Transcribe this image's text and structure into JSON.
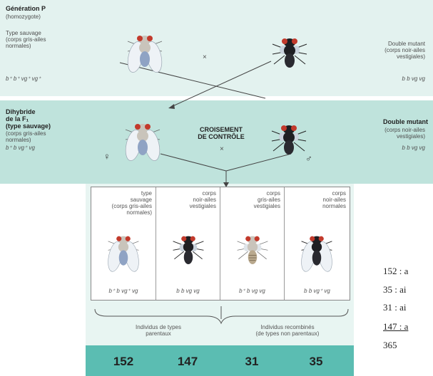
{
  "parental": {
    "title": "Génération P",
    "subtitle": "(homozygote)",
    "wild_desc_1": "Type sauvage",
    "wild_desc_2": "(corps gris-ailes",
    "wild_desc_3": "normales)",
    "wild_genotype": "b⁺ b⁺ vg⁺ vg⁺",
    "cross_symbol": "×",
    "mutant_desc_1": "Double mutant",
    "mutant_desc_2": "(corps noir-ailes",
    "mutant_desc_3": "vestigiales)",
    "mutant_genotype": "b b vg vg"
  },
  "f1": {
    "title_1": "Dihybride",
    "title_2": "de la F₁",
    "title_3": "(type sauvage)",
    "desc_1": "(corps gris-ailes",
    "desc_2": "normales)",
    "genotype": "b⁺ b vg⁺ vg",
    "female_symbol": "♀",
    "test_cross_1": "CROISEMENT",
    "test_cross_2": "DE CONTRÔLE",
    "cross_symbol": "×",
    "mutant_title": "Double mutant",
    "mutant_desc_1": "(corps noir-ailes",
    "mutant_desc_2": "vestigiales)",
    "mutant_genotype": "b b vg vg",
    "male_symbol": "♂"
  },
  "offspring": [
    {
      "l1": "type",
      "l2": "sauvage",
      "l3": "(corps gris-ailes",
      "l4": "normales)",
      "genotype": "b⁺ b vg⁺ vg"
    },
    {
      "l1": "corps",
      "l2": "noir-ailes",
      "l3": "vestigiales",
      "l4": "",
      "genotype": "b b vg vg"
    },
    {
      "l1": "corps",
      "l2": "gris-ailes",
      "l3": "vestigiales",
      "l4": "",
      "genotype": "b⁺ b vg vg"
    },
    {
      "l1": "corps",
      "l2": "noir-ailes",
      "l3": "normales",
      "l4": "",
      "genotype": "b b vg⁺ vg"
    }
  ],
  "groups": {
    "parental_1": "Individus de types",
    "parental_2": "parentaux",
    "recombined_1": "Individus recombinés",
    "recombined_2": "(de types non parentaux)"
  },
  "counts": [
    "152",
    "147",
    "31",
    "35"
  ],
  "notes": [
    "152 : a",
    "35 : ai",
    "31 : ai",
    "147 : a",
    "365"
  ],
  "colors": {
    "band_light": "#e3f2ef",
    "band_mid": "#bfe3dc",
    "band_dark": "#5bbdb2",
    "fly_gray": "#c9c4bb",
    "fly_black": "#1e1e22",
    "eye_red": "#c23a2c"
  }
}
